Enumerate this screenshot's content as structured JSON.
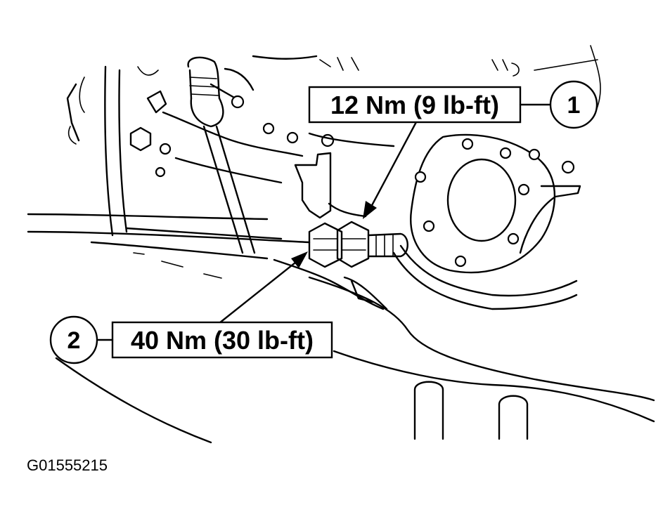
{
  "callouts": [
    {
      "number": "1",
      "torque": "12 Nm (9 lb-ft)"
    },
    {
      "number": "2",
      "torque": "40 Nm (30 lb-ft)"
    }
  ],
  "figure_code": "G01555215"
}
